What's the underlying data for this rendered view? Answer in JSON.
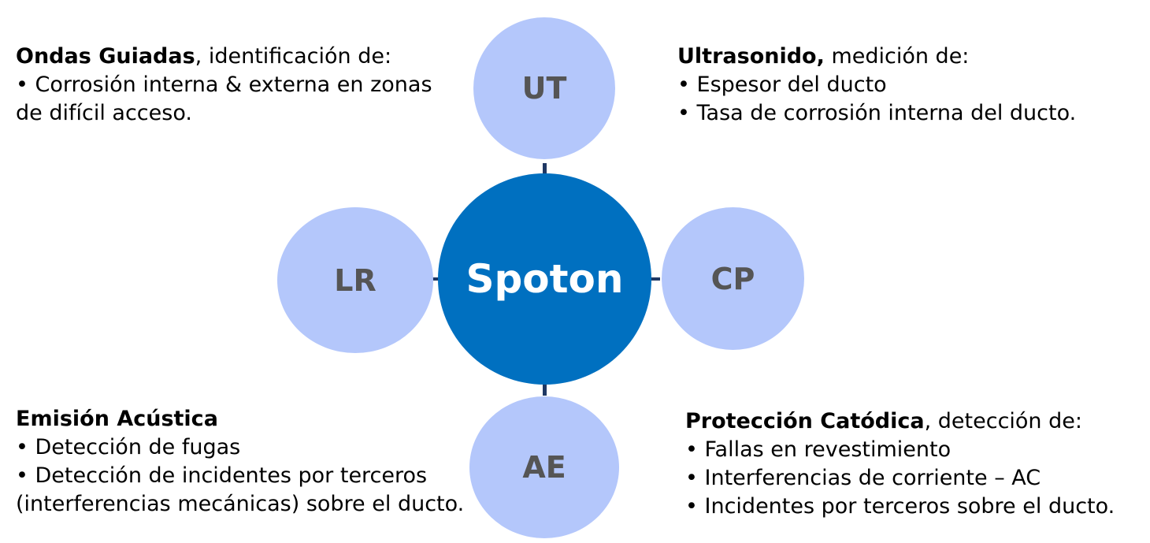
{
  "colors": {
    "center_fill": "#0070c0",
    "satellite_fill": "#b4c7fb",
    "connector": "#1f3864",
    "satellite_text": "#555555",
    "center_text": "#ffffff"
  },
  "center": {
    "label": "Spoton"
  },
  "satellites": {
    "top": {
      "label": "UT"
    },
    "left": {
      "label": "LR"
    },
    "right": {
      "label": "CP"
    },
    "bottom": {
      "label": "AE"
    }
  },
  "blocks": {
    "top_left": {
      "heading": "Ondas Guiadas",
      "suffix": ", identificación de:",
      "lines": [
        "• Corrosión interna & externa en zonas",
        "de difícil acceso."
      ]
    },
    "top_right": {
      "heading": "Ultrasonido,",
      "suffix": " medición de:",
      "lines": [
        "• Espesor del ducto",
        "• Tasa de corrosión interna del ducto."
      ]
    },
    "bottom_left": {
      "heading": "Emisión Acústica",
      "suffix": "",
      "lines": [
        "• Detección de fugas",
        "• Detección de  incidentes por terceros",
        "(interferencias mecánicas) sobre el ducto."
      ]
    },
    "bottom_right": {
      "heading": "Protección Catódica",
      "suffix": ", detección de:",
      "lines": [
        "• Fallas en revestimiento",
        "• Interferencias de corriente – AC",
        "• Incidentes por terceros sobre el ducto."
      ]
    }
  }
}
